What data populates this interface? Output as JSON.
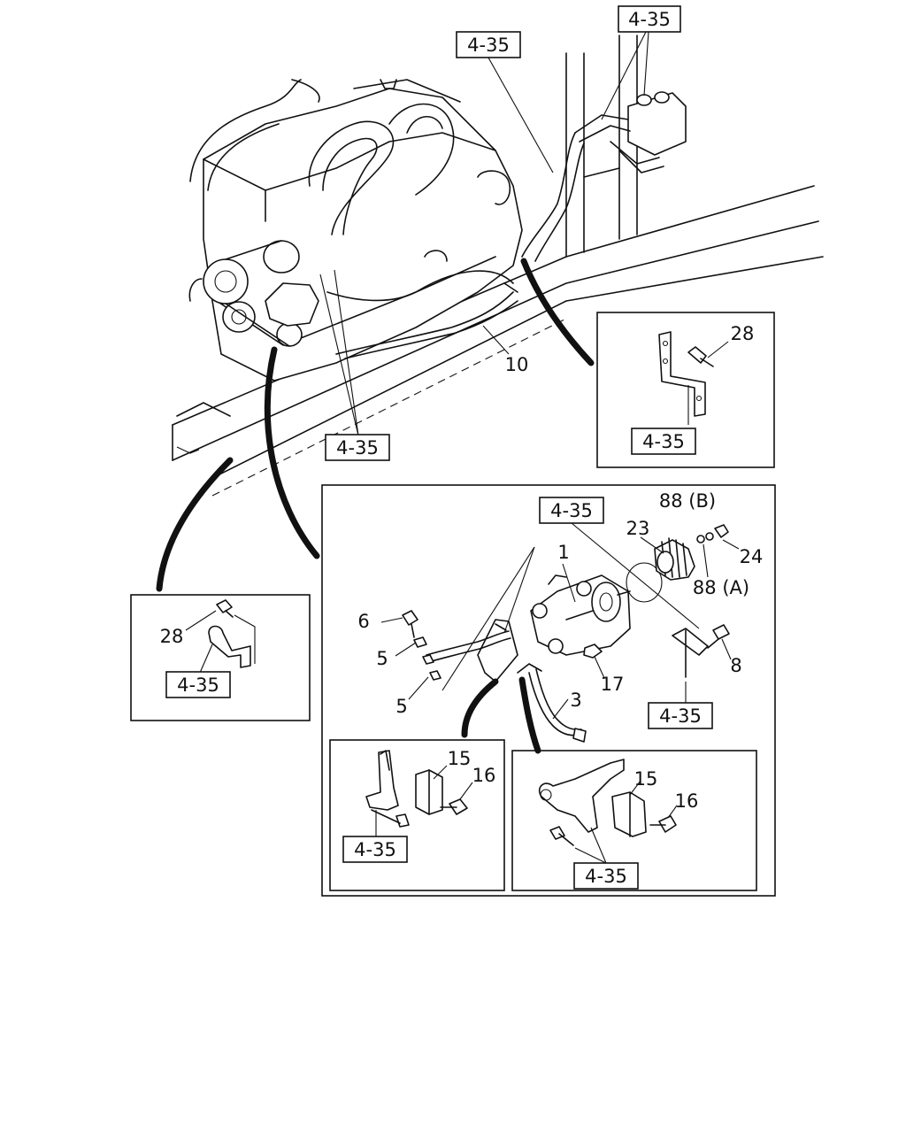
{
  "colors": {
    "line": "#111111",
    "background": "#ffffff"
  },
  "reference_labels": {
    "top_right": "4-35",
    "top_center": "4-35",
    "engine_frame": "4-35",
    "bracket_right": "4-35",
    "pump_top": "4-35",
    "bracket_left": "4-35",
    "pump_bracket": "4-35",
    "clamp_left": "4-35",
    "clamp_right": "4-35"
  },
  "part_labels": {
    "pump": "1",
    "pipe": "3",
    "washer_upper": "5",
    "washer_lower": "5",
    "eye_bolt": "6",
    "bolt_8": "8",
    "hose": "10",
    "clamp_left": "15",
    "clamp_right": "15",
    "bolt_left": "16",
    "bolt_right": "16",
    "nut_17": "17",
    "gear": "23",
    "nut_24": "24",
    "bolt_right_bracket": "28",
    "bolt_left_bracket": "28",
    "washer_b": "88 (B)",
    "washer_a": "88 (A)"
  }
}
